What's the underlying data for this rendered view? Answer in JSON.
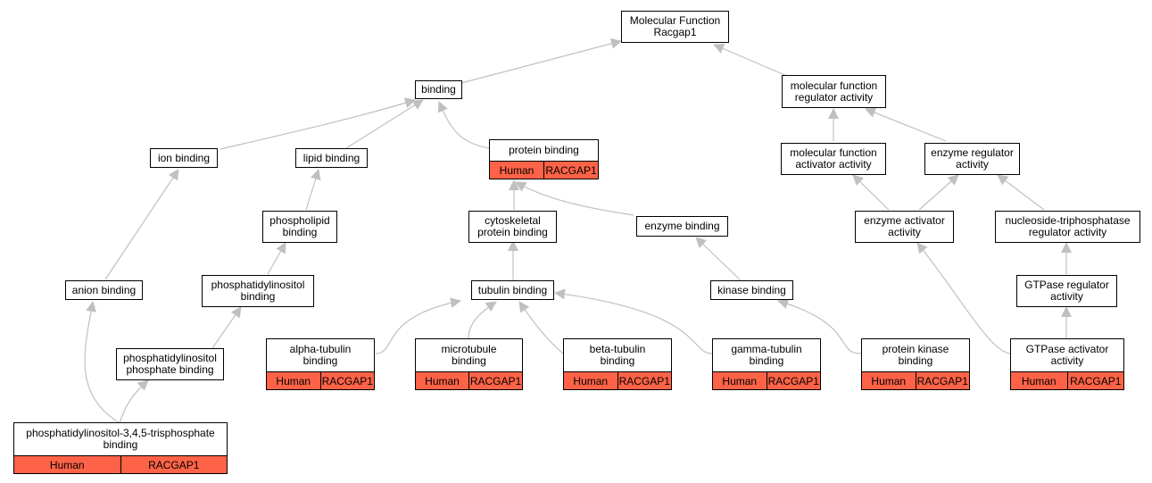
{
  "diagram": {
    "nodes": [
      {
        "id": "mf",
        "label": "Molecular Function\nRacgap1"
      },
      {
        "id": "binding",
        "label": "binding"
      },
      {
        "id": "mfra",
        "label": "molecular function\nregulator activity"
      },
      {
        "id": "ion",
        "label": "ion binding"
      },
      {
        "id": "lipid",
        "label": "lipid binding"
      },
      {
        "id": "protein",
        "label": "protein binding",
        "tags": [
          "Human",
          "RACGAP1"
        ]
      },
      {
        "id": "mfaa",
        "label": "molecular function\nactivator activity"
      },
      {
        "id": "era",
        "label": "enzyme regulator\nactivity"
      },
      {
        "id": "phospholipid",
        "label": "phospholipid\nbinding"
      },
      {
        "id": "cyto",
        "label": "cytoskeletal\nprotein binding"
      },
      {
        "id": "enzyme",
        "label": "enzyme binding"
      },
      {
        "id": "eaa",
        "label": "enzyme activator\nactivity"
      },
      {
        "id": "ntra",
        "label": "nucleoside-triphosphatase\nregulator activity"
      },
      {
        "id": "anion",
        "label": "anion binding"
      },
      {
        "id": "pib",
        "label": "phosphatidylinositol\nbinding"
      },
      {
        "id": "tubulin",
        "label": "tubulin binding"
      },
      {
        "id": "kinase",
        "label": "kinase binding"
      },
      {
        "id": "gtpra",
        "label": "GTPase regulator\nactivity"
      },
      {
        "id": "pipb",
        "label": "phosphatidylinositol\nphosphate binding"
      },
      {
        "id": "alpha",
        "label": "alpha-tubulin\nbinding",
        "tags": [
          "Human",
          "RACGAP1"
        ]
      },
      {
        "id": "micro",
        "label": "microtubule\nbinding",
        "tags": [
          "Human",
          "RACGAP1"
        ]
      },
      {
        "id": "beta",
        "label": "beta-tubulin\nbinding",
        "tags": [
          "Human",
          "RACGAP1"
        ]
      },
      {
        "id": "gamma",
        "label": "gamma-tubulin\nbinding",
        "tags": [
          "Human",
          "RACGAP1"
        ]
      },
      {
        "id": "pkb",
        "label": "protein kinase\nbinding",
        "tags": [
          "Human",
          "RACGAP1"
        ]
      },
      {
        "id": "gtpaa",
        "label": "GTPase activator\nactivity",
        "tags": [
          "Human",
          "RACGAP1"
        ]
      },
      {
        "id": "pip3",
        "label": "phosphatidylinositol-3,4,5-trisphosphate\nbinding",
        "tags": [
          "Human",
          "RACGAP1"
        ]
      }
    ],
    "edge_color": "#c0c0c0",
    "tag_color": "#ff6347"
  }
}
